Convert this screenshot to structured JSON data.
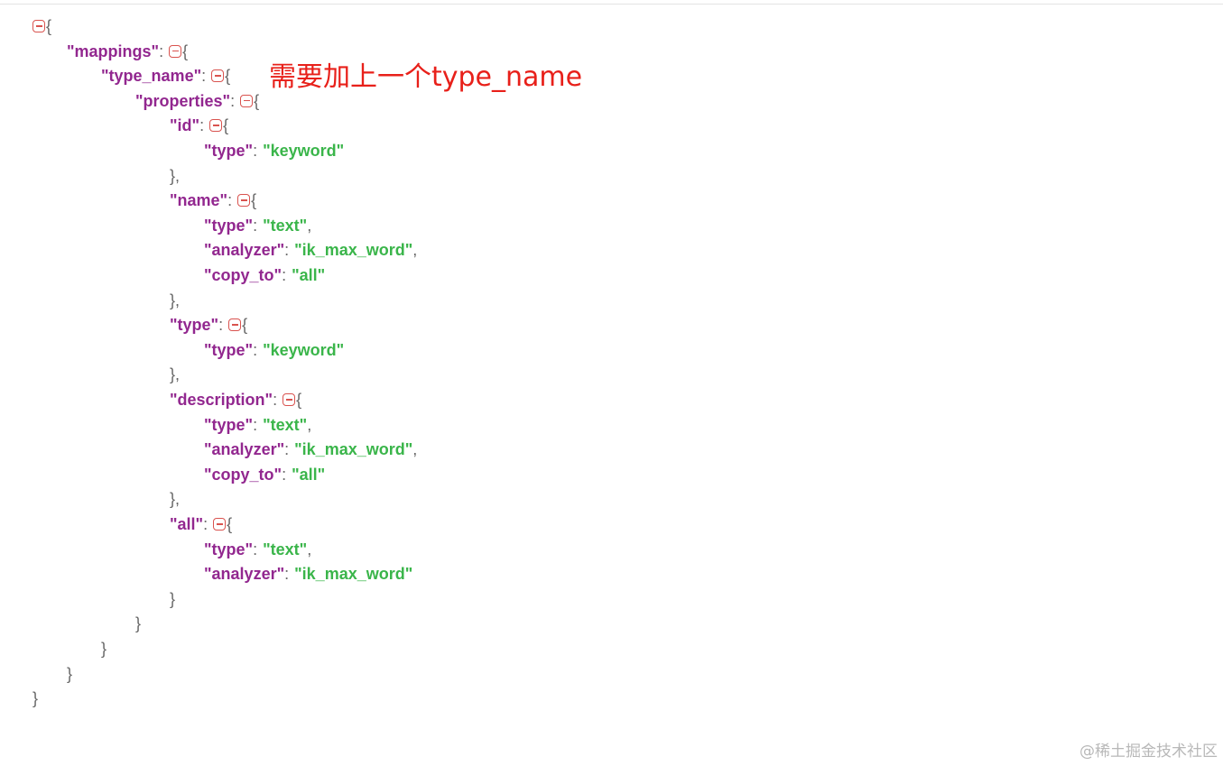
{
  "annotation": "需要加上一个type_name",
  "watermark": "@稀土掘金技术社区",
  "colors": {
    "key": "#92278f",
    "string": "#3ab54a",
    "punctuation": "#666666",
    "toggle": "#d9534f",
    "annotation": "#e8201a"
  },
  "lines": [
    {
      "indent": 0,
      "toggle": true,
      "open": "{"
    },
    {
      "indent": 1,
      "key": "mappings",
      "toggle": true,
      "open": "{"
    },
    {
      "indent": 2,
      "key": "type_name",
      "toggle": true,
      "open": "{"
    },
    {
      "indent": 3,
      "key": "properties",
      "toggle": true,
      "open": "{"
    },
    {
      "indent": 4,
      "key": "id",
      "toggle": true,
      "open": "{"
    },
    {
      "indent": 5,
      "key": "type",
      "value": "keyword"
    },
    {
      "indent": 4,
      "close": "},"
    },
    {
      "indent": 4,
      "key": "name",
      "toggle": true,
      "open": "{"
    },
    {
      "indent": 5,
      "key": "type",
      "value": "text",
      "comma": true
    },
    {
      "indent": 5,
      "key": "analyzer",
      "value": "ik_max_word",
      "comma": true
    },
    {
      "indent": 5,
      "key": "copy_to",
      "value": "all"
    },
    {
      "indent": 4,
      "close": "},"
    },
    {
      "indent": 4,
      "key": "type",
      "toggle": true,
      "open": "{"
    },
    {
      "indent": 5,
      "key": "type",
      "value": "keyword"
    },
    {
      "indent": 4,
      "close": "},"
    },
    {
      "indent": 4,
      "key": "description",
      "toggle": true,
      "open": "{"
    },
    {
      "indent": 5,
      "key": "type",
      "value": "text",
      "comma": true
    },
    {
      "indent": 5,
      "key": "analyzer",
      "value": "ik_max_word",
      "comma": true
    },
    {
      "indent": 5,
      "key": "copy_to",
      "value": "all"
    },
    {
      "indent": 4,
      "close": "},"
    },
    {
      "indent": 4,
      "key": "all",
      "toggle": true,
      "open": "{"
    },
    {
      "indent": 5,
      "key": "type",
      "value": "text",
      "comma": true
    },
    {
      "indent": 5,
      "key": "analyzer",
      "value": "ik_max_word"
    },
    {
      "indent": 4,
      "close": "}"
    },
    {
      "indent": 3,
      "close": "}"
    },
    {
      "indent": 2,
      "close": "}"
    },
    {
      "indent": 1,
      "close": "}"
    },
    {
      "indent": 0,
      "close": "}"
    }
  ]
}
